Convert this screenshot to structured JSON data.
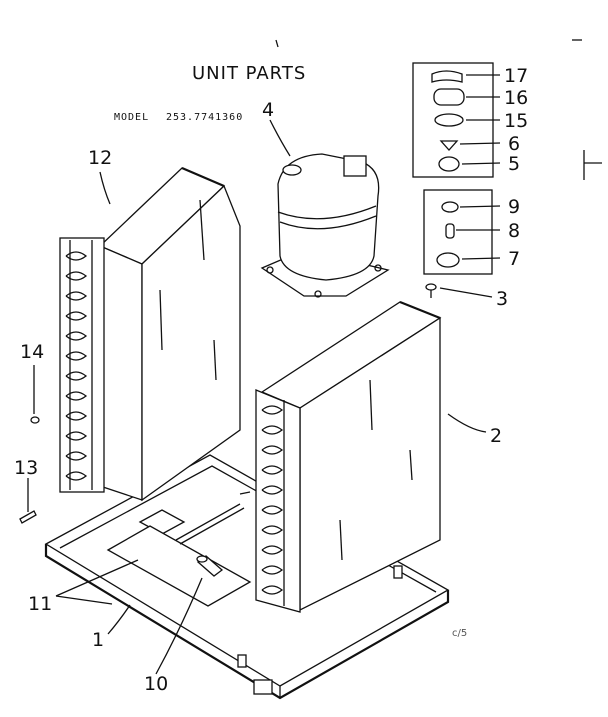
{
  "title": "UNIT PARTS",
  "model_label": "MODEL",
  "model_number": "253.7741360",
  "callouts": {
    "p1": "1",
    "p2": "2",
    "p3": "3",
    "p4": "4",
    "p5": "5",
    "p6": "6",
    "p7": "7",
    "p8": "8",
    "p9": "9",
    "p10": "10",
    "p11": "11",
    "p12": "12",
    "p13": "13",
    "p14": "14",
    "p15": "15",
    "p16": "16",
    "p17": "17"
  },
  "page_mark": "c/5"
}
